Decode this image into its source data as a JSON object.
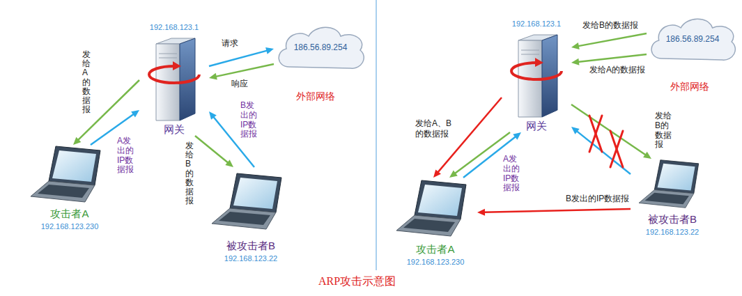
{
  "diagram": {
    "caption": "ARP攻击示意图",
    "nodes": [
      {
        "text": [
          "192.168.123.1",
          "网关"
        ]
      },
      {
        "text": [
          "186.56.89.254"
        ]
      },
      {
        "text": [
          "攻击者A",
          "192.168.123.230"
        ]
      },
      {
        "text": [
          "被攻击者B",
          "192.168.123.22"
        ]
      },
      {
        "text": [
          "192.168.123.1",
          "网关"
        ]
      },
      {
        "text": [
          "186.56.89.254"
        ]
      },
      {
        "text": [
          "攻击者A",
          "192.168.123.230"
        ]
      },
      {
        "text": [
          "被攻击者B",
          "192.168.123.22"
        ]
      }
    ],
    "edges": [
      {
        "from": 0,
        "to": 1,
        "arrow": "to",
        "label": "请求"
      },
      {
        "from": 1,
        "to": 0,
        "arrow": "to",
        "label": "响应"
      },
      {
        "from": 0,
        "to": 2,
        "arrow": "to",
        "label": "发给A的数据报"
      },
      {
        "from": 2,
        "to": 0,
        "arrow": "to",
        "label": "A发出的IP数据报"
      },
      {
        "from": 3,
        "to": 0,
        "arrow": "to",
        "label": "B发出的IP数据报"
      },
      {
        "from": 0,
        "to": 3,
        "arrow": "to",
        "label": "发给B的数据报"
      },
      {
        "from": 5,
        "to": 4,
        "arrow": "to",
        "label": "发给B的数据报"
      },
      {
        "from": 5,
        "to": 4,
        "arrow": "to",
        "label": "发给A的数据报"
      },
      {
        "from": 4,
        "to": 6,
        "arrow": "to",
        "label": "发给A、B的数据报"
      },
      {
        "from": 4,
        "to": 6,
        "arrow": "to"
      },
      {
        "from": 6,
        "to": 4,
        "arrow": "to",
        "label": "A发出的IP数据报"
      },
      {
        "from": 4,
        "to": 7,
        "arrow": "to",
        "label": "发给B的数据报"
      },
      {
        "from": 7,
        "to": 4,
        "arrow": "to"
      },
      {
        "from": 7,
        "to": 6,
        "arrow": "to",
        "label": "B发出的IP数据报"
      }
    ],
    "labels": [
      "外部网络",
      "外部网络"
    ]
  }
}
